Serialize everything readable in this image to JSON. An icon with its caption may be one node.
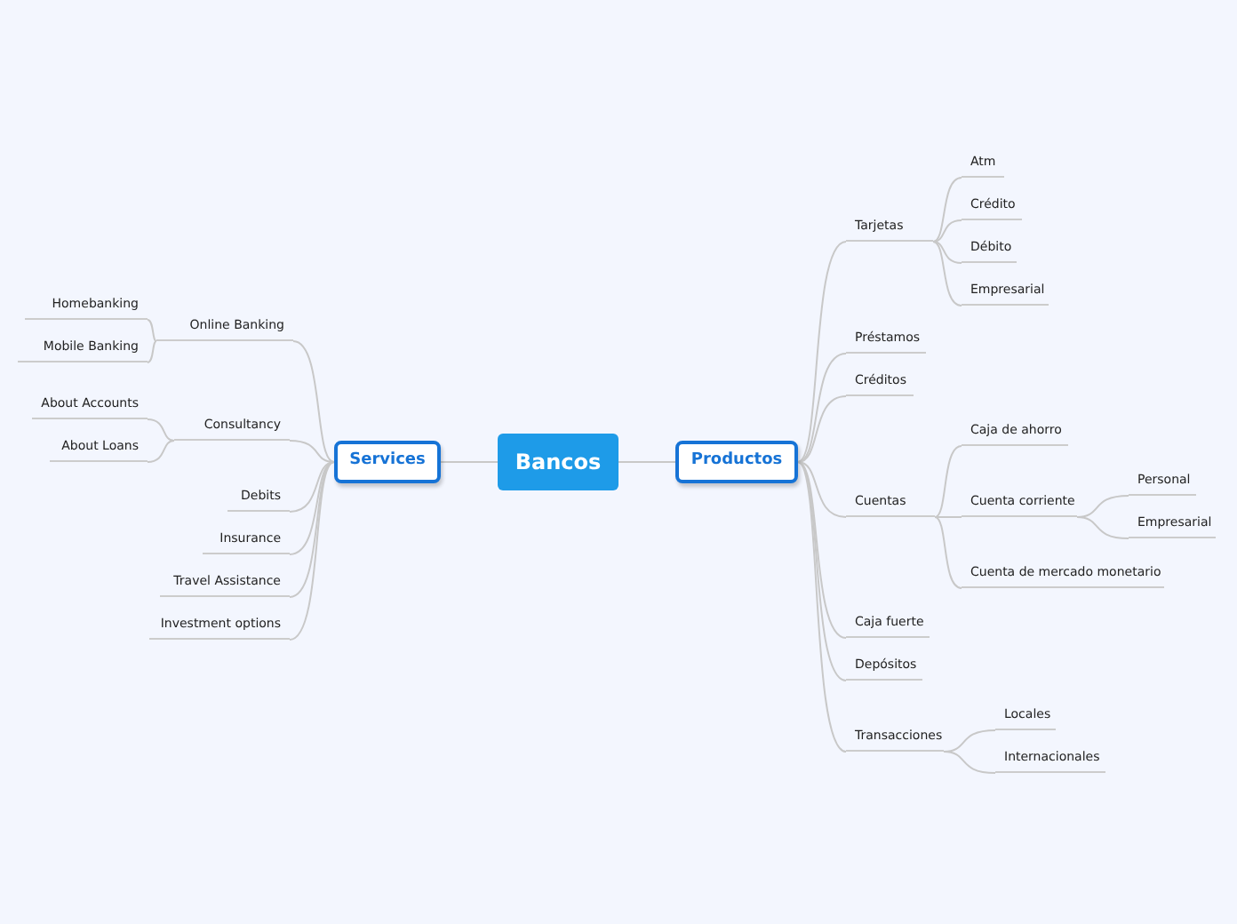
{
  "diagram": {
    "nodes": [
      {
        "text": [
          "Bancos"
        ]
      },
      {
        "text": [
          "Services"
        ]
      },
      {
        "text": [
          "Online Banking"
        ]
      },
      {
        "text": [
          "Homebanking"
        ]
      },
      {
        "text": [
          "Mobile Banking"
        ]
      },
      {
        "text": [
          "Consultancy"
        ]
      },
      {
        "text": [
          "About Accounts"
        ]
      },
      {
        "text": [
          "About Loans"
        ]
      },
      {
        "text": [
          "Debits"
        ]
      },
      {
        "text": [
          "Insurance"
        ]
      },
      {
        "text": [
          "Travel Assistance"
        ]
      },
      {
        "text": [
          "Investment options"
        ]
      },
      {
        "text": [
          "Productos"
        ]
      },
      {
        "text": [
          "Tarjetas"
        ]
      },
      {
        "text": [
          "Atm"
        ]
      },
      {
        "text": [
          "Crédito"
        ]
      },
      {
        "text": [
          "Débito"
        ]
      },
      {
        "text": [
          "Empresarial"
        ]
      },
      {
        "text": [
          "Préstamos"
        ]
      },
      {
        "text": [
          "Créditos"
        ]
      },
      {
        "text": [
          "Cuentas"
        ]
      },
      {
        "text": [
          "Caja de ahorro"
        ]
      },
      {
        "text": [
          "Cuenta corriente"
        ]
      },
      {
        "text": [
          "Personal"
        ]
      },
      {
        "text": [
          "Empresarial"
        ]
      },
      {
        "text": [
          "Cuenta de mercado monetario"
        ]
      },
      {
        "text": [
          "Caja fuerte"
        ]
      },
      {
        "text": [
          "Depósitos"
        ]
      },
      {
        "text": [
          "Transacciones"
        ]
      },
      {
        "text": [
          "Locales"
        ]
      },
      {
        "text": [
          "Internacionales"
        ]
      }
    ],
    "edges": [
      {
        "from": 0,
        "to": 1,
        "arrow": "none"
      },
      {
        "from": 1,
        "to": 2,
        "arrow": "none"
      },
      {
        "from": 2,
        "to": 3,
        "arrow": "none"
      },
      {
        "from": 2,
        "to": 4,
        "arrow": "none"
      },
      {
        "from": 1,
        "to": 5,
        "arrow": "none"
      },
      {
        "from": 5,
        "to": 6,
        "arrow": "none"
      },
      {
        "from": 5,
        "to": 7,
        "arrow": "none"
      },
      {
        "from": 1,
        "to": 8,
        "arrow": "none"
      },
      {
        "from": 1,
        "to": 9,
        "arrow": "none"
      },
      {
        "from": 1,
        "to": 10,
        "arrow": "none"
      },
      {
        "from": 1,
        "to": 11,
        "arrow": "none"
      },
      {
        "from": 0,
        "to": 12,
        "arrow": "none"
      },
      {
        "from": 12,
        "to": 13,
        "arrow": "none"
      },
      {
        "from": 13,
        "to": 14,
        "arrow": "none"
      },
      {
        "from": 13,
        "to": 15,
        "arrow": "none"
      },
      {
        "from": 13,
        "to": 16,
        "arrow": "none"
      },
      {
        "from": 13,
        "to": 17,
        "arrow": "none"
      },
      {
        "from": 12,
        "to": 18,
        "arrow": "none"
      },
      {
        "from": 12,
        "to": 19,
        "arrow": "none"
      },
      {
        "from": 12,
        "to": 20,
        "arrow": "none"
      },
      {
        "from": 20,
        "to": 21,
        "arrow": "none"
      },
      {
        "from": 20,
        "to": 22,
        "arrow": "none"
      },
      {
        "from": 22,
        "to": 23,
        "arrow": "none"
      },
      {
        "from": 22,
        "to": 24,
        "arrow": "none"
      },
      {
        "from": 20,
        "to": 25,
        "arrow": "none"
      },
      {
        "from": 12,
        "to": 26,
        "arrow": "none"
      },
      {
        "from": 12,
        "to": 27,
        "arrow": "none"
      },
      {
        "from": 12,
        "to": 28,
        "arrow": "none"
      },
      {
        "from": 28,
        "to": 29,
        "arrow": "none"
      },
      {
        "from": 28,
        "to": 30,
        "arrow": "none"
      }
    ]
  }
}
